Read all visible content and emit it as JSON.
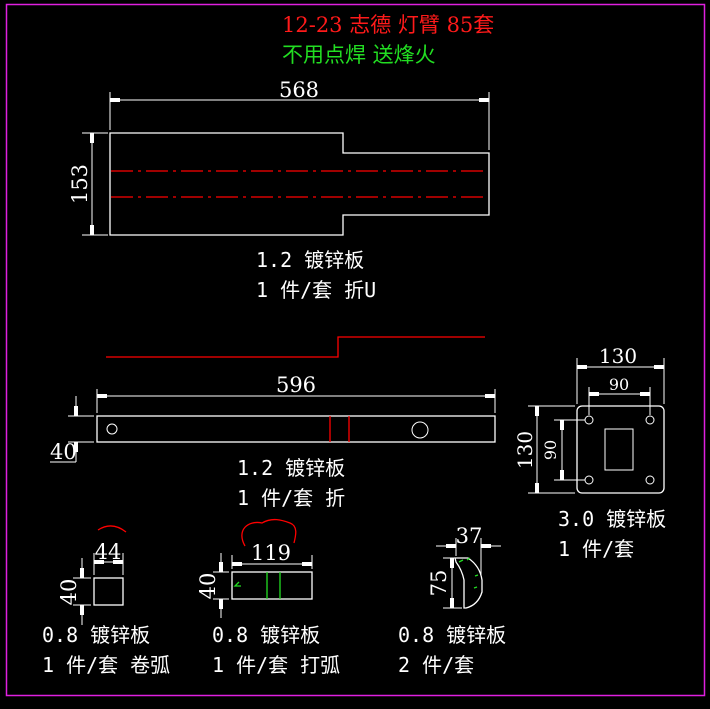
{
  "colors": {
    "background": "#000000",
    "frame": "#e020e0",
    "geometry": "#ffffff",
    "title": "#ff1a1a",
    "note": "#22dd22",
    "centerline": "#ff0000",
    "bend": "#ff0000",
    "green_mark": "#22dd22"
  },
  "header": {
    "title": "12-23 志德 灯臂 85套",
    "note": "不用点焊 送烽火"
  },
  "parts": [
    {
      "id": "part-1",
      "dims": {
        "width": "568",
        "height": "153"
      },
      "spec": "1.2 镀锌板",
      "qty": "1 件/套 折U"
    },
    {
      "id": "part-2",
      "dims": {
        "width": "596",
        "height": "40"
      },
      "spec": "1.2 镀锌板",
      "qty": "1 件/套 折"
    },
    {
      "id": "part-3",
      "dims": {
        "outer_w": "130",
        "inner_w": "90",
        "outer_h": "130",
        "inner_h": "90"
      },
      "spec": "3.0 镀锌板",
      "qty": "1 件/套"
    },
    {
      "id": "part-4",
      "dims": {
        "width": "44",
        "height": "40"
      },
      "spec": "0.8 镀锌板",
      "qty": "1 件/套 卷弧"
    },
    {
      "id": "part-5",
      "dims": {
        "width": "119",
        "height": "40"
      },
      "spec": "0.8 镀锌板",
      "qty": "1 件/套 打弧"
    },
    {
      "id": "part-6",
      "dims": {
        "width": "37",
        "height": "75"
      },
      "spec": "0.8 镀锌板",
      "qty": "2 件/套"
    }
  ]
}
